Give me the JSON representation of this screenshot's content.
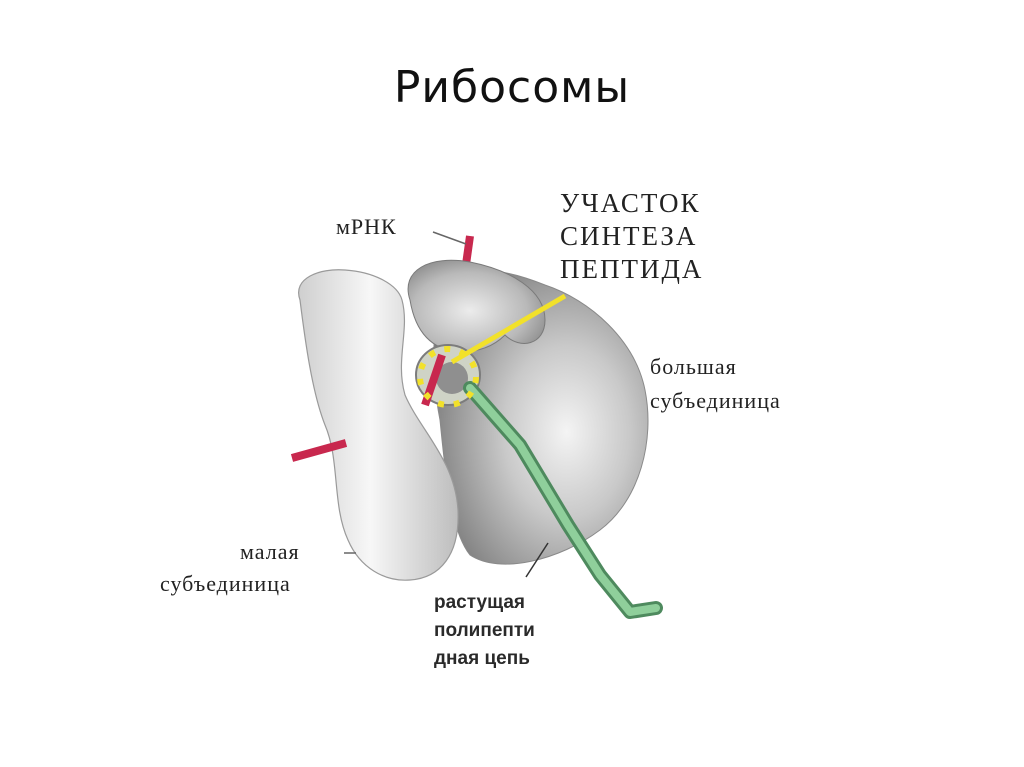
{
  "title": "Рибосомы",
  "diagram": {
    "labels": {
      "mrna": "мРНК",
      "site_line1": "УЧАСТОК",
      "site_line2": "СИНТЕЗА",
      "site_line3": "ПЕПТИДА",
      "large_line1": "большая",
      "large_line2": "субъединица",
      "small_line1": "малая",
      "small_line2": "субъединица",
      "chain_line1": "растущая",
      "chain_line2": "полипепти",
      "chain_line3": "дная цепь"
    },
    "colors": {
      "mrna": "#c8284e",
      "polypeptide": "#6fae7e",
      "synthesis_site": "#f2e12a",
      "subunit_gray": "#9a9a9a",
      "small_subunit": "#e4e4e4"
    }
  }
}
